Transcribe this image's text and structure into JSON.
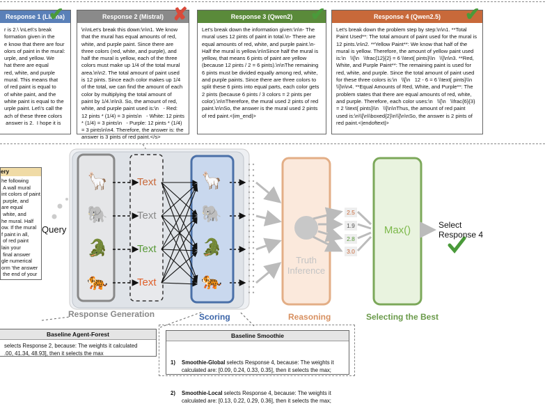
{
  "responses": [
    {
      "title": "Response 1 (Llama)",
      "color": "#5a80b8",
      "mark": "✔",
      "mark_color": "#4a9a3a",
      "text": "r is 2.\\ \\nLet\\'s break\nformation given in the\ne know that there are four\nolors of paint in the mural:\nurple, and yellow. We\nhat there are equal\nred, white, and purple\nmural. This means that\nof red paint is equal to\nof white paint, and the\nwhite paint is equal to the\nurple paint. Let\\'s call the\nach of these three colors\n answer is 2.  I hope it is"
    },
    {
      "title": "Response 2 (Mistral)",
      "color": "#8a8a8a",
      "mark": "✘",
      "mark_color": "#d94a3a",
      "text": "\\n\\nLet's break this down:\\n\\n1. We know that the mural has equal amounts of red, white, and purple paint. Since there are three colors (red, white, and purple), and half the mural is yellow, each of the three colors must make up 1/4 of the total mural area.\\n\\n2. The total amount of paint used is 12 pints. Since each color makes up 1/4 of the total, we can find the amount of each color by multiplying the total amount of paint by 1/4.\\n\\n3. So, the amount of red, white, and purple paint used is:\\n   - Red: 12 pints * (1/4) = 3 pints\\n   - White: 12 pints * (1/4) = 3 pints\\n   - Purple: 12 pints * (1/4) = 3 pints\\n\\n4. Therefore, the answer is: the answer is 3 pints of red paint.</s>"
    },
    {
      "title": "Response 3 (Qwen2)",
      "color": "#5a8a3a",
      "mark": "✔",
      "mark_color": "#4a9a3a",
      "text": "Let's break down the information given:\\n\\n- The mural uses 12 pints of paint in total.\\n- There are equal amounts of red, white, and purple paint.\\n- Half the mural is yellow.\\n\\nSince half the mural is yellow, that means 6 pints of paint are yellow (because 12 pints / 2 = 6 pints).\\n\\nThe remaining 6 pints must be divided equally among red, white, and purple paints. Since there are three colors to split these 6 pints into equal parts, each color gets 2 pints (because 6 pints / 3 colors = 2 pints per color).\\n\\nTherefore, the mural used 2 pints of red paint.\\n\\nSo, the answer is the mural used 2 pints of red paint.<|im_end|>"
    },
    {
      "title": "Response 4 (Qwen2.5)",
      "color": "#c8693a",
      "mark": "✔",
      "mark_color": "#4a9a3a",
      "text": "Let's break down the problem step by step:\\n\\n1. **Total Paint Used**: The total amount of paint used for the mural is 12 pints.\\n\\n2. **Yellow Paint**: We know that half of the mural is yellow. Therefore, the amount of yellow paint used is:\\n   \\\\[\\n   \\\\frac{12}{2} = 6 \\\\text{ pints}\\\\n   \\\\]\\n\\n3. **Red, White, and Purple Paint**: The remaining paint is used for red, white, and purple. Since the total amount of paint used for these three colors is:\\n   \\\\[\\n   12 - 6 = 6 \\\\text{ pints}\\\\n   \\\\]\\n\\n4. **Equal Amounts of Red, White, and Purple**: The problem states that there are equal amounts of red, white, and purple. Therefore, each color uses:\\n   \\\\[\\n   \\\\frac{6}{3} = 2 \\\\text{ pints}\\\\n   \\\\]\\n\\nThus, the amount of red paint used is:\\n\\\\[\\n\\\\boxed{2}\\n\\\\]\\n\\nSo, the answer is 2 pints of red paint.<|endoftext|>"
    }
  ],
  "query_box": {
    "title": "ery",
    "text": "he following\n A wall mural\nint colors of paint\n purple, and\nare equal\n white, and\nhe mural. Half\now. If the mural\nf paint in all,\n of red paint\nlain your\n final answer\ngle numerical\norm 'the answer\n the end of your"
  },
  "query_label": "Query",
  "text_labels": [
    "Text",
    "Text",
    "Text",
    "Text"
  ],
  "animals": [
    "llama-icon",
    "elephant-icon",
    "crocodile-icon",
    "tiger-icon"
  ],
  "truth_inference": "Truth\nInference",
  "max_label": "Max()",
  "scores": [
    "2.5",
    "1.9",
    "2.8",
    "3.0"
  ],
  "score_colors": [
    "#c8693a",
    "#8a8a8a",
    "#5a8a3a",
    "#c8693a"
  ],
  "select_label": "Select\nResponse 4",
  "section_labels": {
    "response_generation": "Response Generation",
    "scoring": "Scoring",
    "reasoning": "Reasoning",
    "selecting": "Selecting the Best"
  },
  "baseline_forest": {
    "title": "Baseline Agent-Forest",
    "text": "selects Response 2, because: The weights it calculated\n.00, 41.34, 48.93], then it selects the max"
  },
  "baseline_smoothie": {
    "title": "Baseline Smoothie",
    "items": [
      {
        "num": "1)",
        "name": "Smoothie-Global",
        "text": " selects Response 4, because: The weights it\ncalculated are: [0.09, 0.24, 0.33, 0.35], then it selects the max;"
      },
      {
        "num": "2)",
        "name": "Smoothie-Local",
        "text": " selects Response 4, because: The weights it\ncalculated are: [0.13, 0.22, 0.29, 0.36], then it selects the max;"
      }
    ]
  }
}
